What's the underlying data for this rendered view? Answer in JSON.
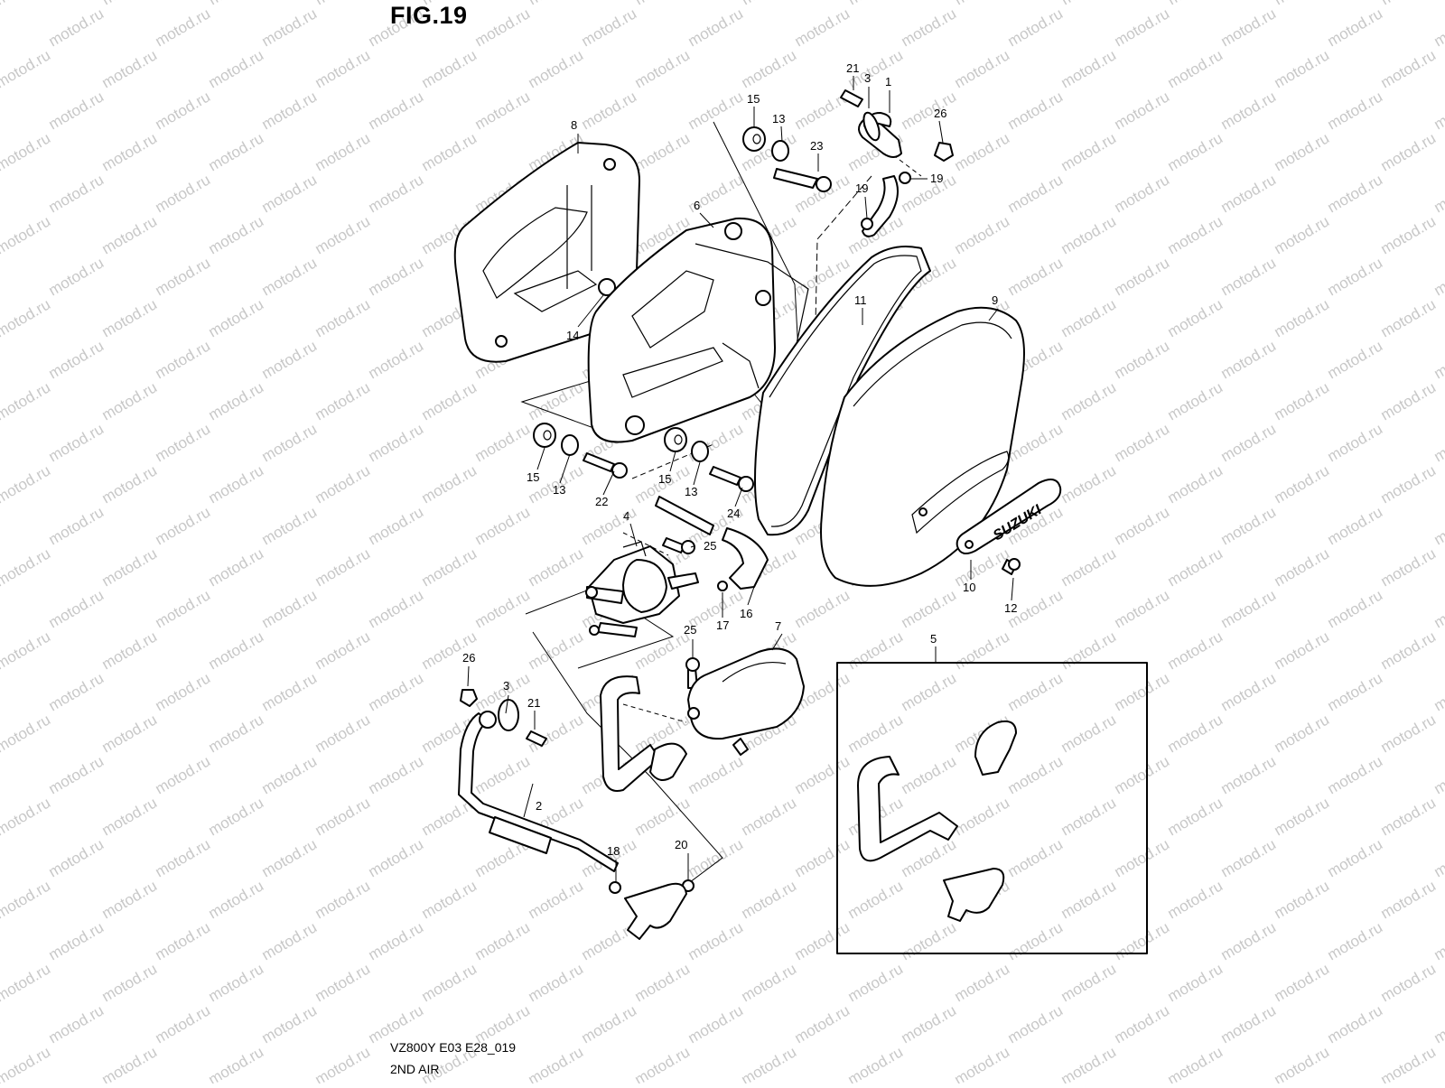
{
  "figure": {
    "title": "FIG.19",
    "model_code": "VZ800Y E03 E28_019",
    "section_name": "2ND AIR",
    "watermark_text": "motod.ru",
    "cover_brand": "SUZUKI"
  },
  "callouts": [
    "1",
    "2",
    "3",
    "3",
    "4",
    "5",
    "6",
    "7",
    "8",
    "9",
    "10",
    "11",
    "12",
    "13",
    "13",
    "13",
    "14",
    "15",
    "15",
    "15",
    "16",
    "17",
    "18",
    "19",
    "19",
    "20",
    "21",
    "21",
    "22",
    "23",
    "24",
    "25",
    "25",
    "26",
    "26"
  ]
}
